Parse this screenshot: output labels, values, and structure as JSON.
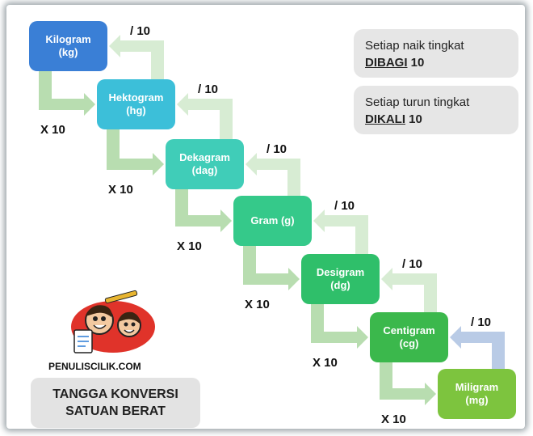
{
  "steps": [
    {
      "name": "Kilogram",
      "abbr": "(kg)",
      "color": "#3a7fd6"
    },
    {
      "name": "Hektogram",
      "abbr": "(hg)",
      "color": "#3cbfd9"
    },
    {
      "name": "Dekagram",
      "abbr": "(dag)",
      "color": "#40cdb8"
    },
    {
      "name": "Gram (g)",
      "abbr": "",
      "color": "#35c98a"
    },
    {
      "name": "Desigram",
      "abbr": "(dg)",
      "color": "#2fbf6a"
    },
    {
      "name": "Centigram",
      "abbr": "(cg)",
      "color": "#3bb84c"
    },
    {
      "name": "Miligram",
      "abbr": "(mg)",
      "color": "#7dc43e"
    }
  ],
  "operations": {
    "up_label": "/ 10",
    "down_label": "X 10"
  },
  "notes": {
    "up": {
      "text": "Setiap naik tingkat",
      "emphasis": "DIBAGI",
      "number": "10"
    },
    "down": {
      "text": "Setiap turun tingkat",
      "emphasis": "DIKALI",
      "number": "10"
    }
  },
  "brand": "PENULISCILIK.COM",
  "title": {
    "line1": "TANGGA KONVERSI",
    "line2": "SATUAN BERAT"
  },
  "colors": {
    "down_arrow": "#b8ddb0",
    "up_arrow_top": "#d7ecd3",
    "up_arrow_bottom": "#b9cbe6"
  },
  "icons": {
    "logo": "cartoon-kids-logo"
  }
}
